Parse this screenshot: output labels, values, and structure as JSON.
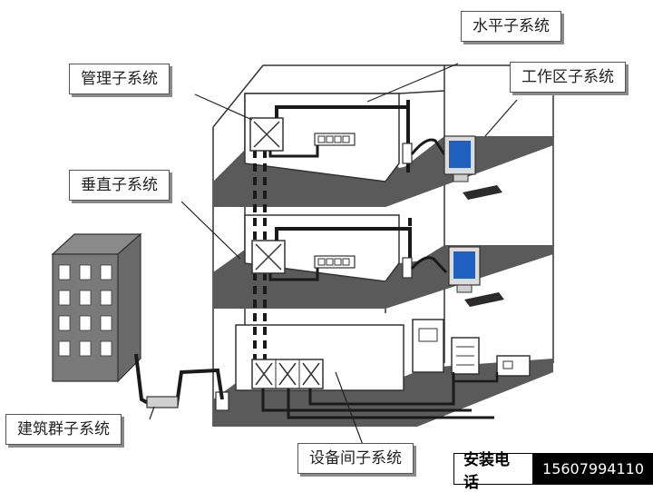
{
  "labels": {
    "horizontal": "水平子系统",
    "management": "管理子系统",
    "work_area": "工作区子系统",
    "vertical": "垂直子系统",
    "campus": "建筑群子系统",
    "equipment": "设备间子系统"
  },
  "footer": {
    "phone_label": "安装电话",
    "phone_number": "15607994110"
  },
  "colors": {
    "floor": "#5a5a5a",
    "cable": "#1a1a1a",
    "outline": "#333333",
    "monitor_screen": "#1f5fbf"
  }
}
